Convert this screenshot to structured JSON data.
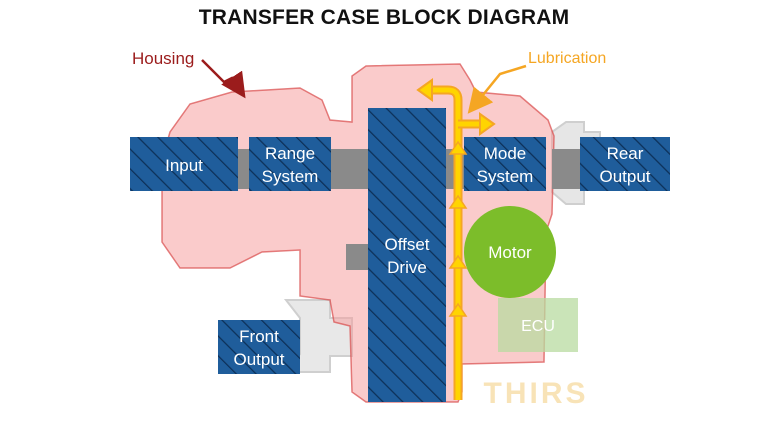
{
  "title": "TRANSFER CASE BLOCK DIAGRAM",
  "callouts": {
    "housing": "Housing",
    "lubrication": "Lubrication"
  },
  "blocks": {
    "input": "Input",
    "range_system": [
      "Range",
      "System"
    ],
    "offset_drive": [
      "Offset",
      "Drive"
    ],
    "mode_system": [
      "Mode",
      "System"
    ],
    "rear_output": [
      "Rear",
      "Output"
    ],
    "front_output": [
      "Front",
      "Output"
    ],
    "motor": "Motor",
    "ecu": "ECU"
  },
  "watermark": "THIRS",
  "colors": {
    "block_blue": "#1f5d9b",
    "housing_red": "#f08a8a",
    "housing_callout": "#9b1c1c",
    "lubrication_orange": "#f5a623",
    "arrow_yellow": "#ffd400",
    "motor_green": "#7cbd2a",
    "ecu_green": "#b8dba0",
    "shaft_gray": "#8a8a8a"
  }
}
